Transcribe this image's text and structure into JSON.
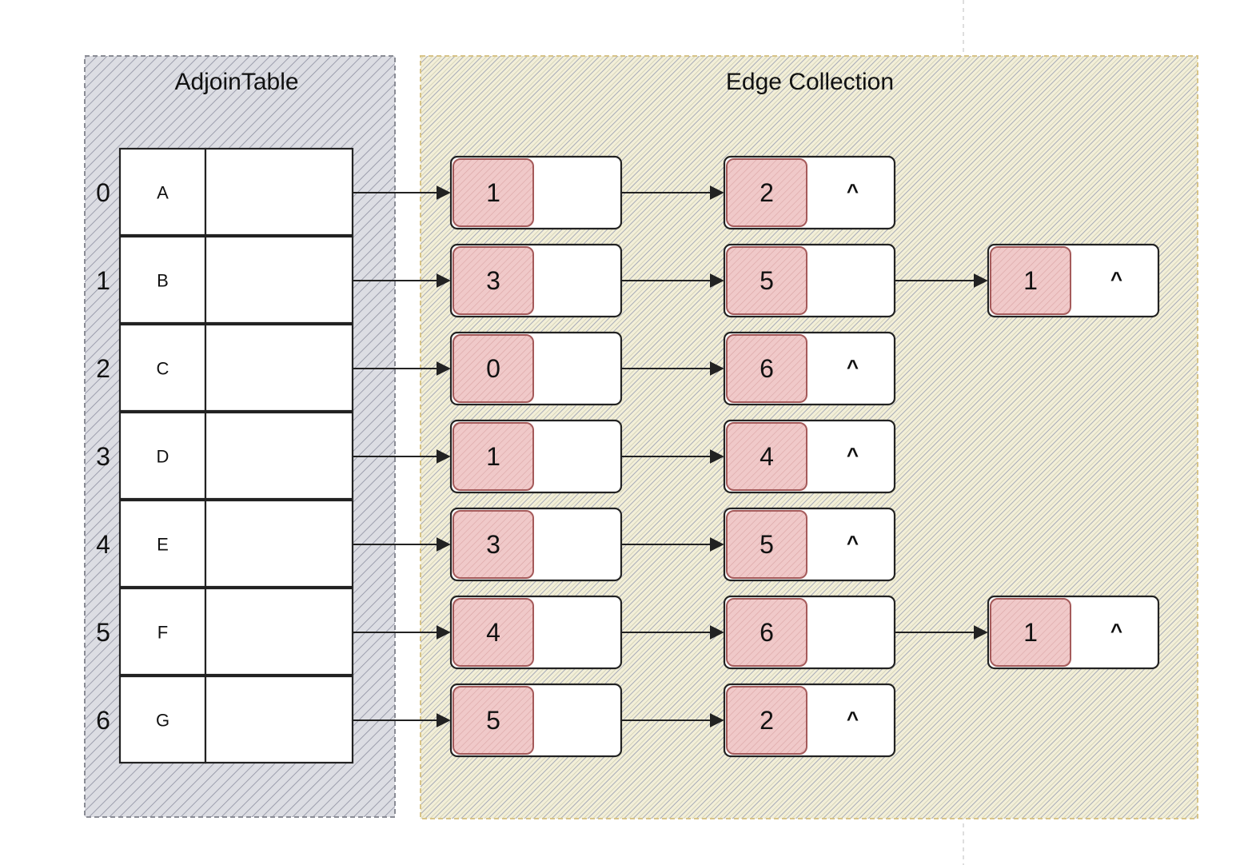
{
  "containers": {
    "left_title": "AdjoinTable",
    "right_title": "Edge Collection"
  },
  "adjoin_table": [
    {
      "index": "0",
      "vertex": "A"
    },
    {
      "index": "1",
      "vertex": "B"
    },
    {
      "index": "2",
      "vertex": "C"
    },
    {
      "index": "3",
      "vertex": "D"
    },
    {
      "index": "4",
      "vertex": "E"
    },
    {
      "index": "5",
      "vertex": "F"
    },
    {
      "index": "6",
      "vertex": "G"
    }
  ],
  "edge_lists": [
    [
      "1",
      "2"
    ],
    [
      "3",
      "5",
      "1"
    ],
    [
      "0",
      "6"
    ],
    [
      "1",
      "4"
    ],
    [
      "3",
      "5"
    ],
    [
      "4",
      "6",
      "1"
    ],
    [
      "5",
      "2"
    ]
  ],
  "null_marker": "^",
  "colors": {
    "left_fill": "#dcdde3",
    "left_hatch": "#8d8fa0",
    "left_border": "#8a8c95",
    "right_fill": "#f3efd8",
    "right_hatch_a": "#c9c9b0",
    "right_hatch_b": "#9ea3b3",
    "right_border": "#d8c488",
    "node_fill": "#ffffff",
    "node_stroke": "#222222",
    "edge_index_fill": "#f0c9c9",
    "edge_index_hatch": "#d9a3a3",
    "edge_index_stroke": "#a55a5a",
    "guide_line": "#bdbdbd"
  }
}
